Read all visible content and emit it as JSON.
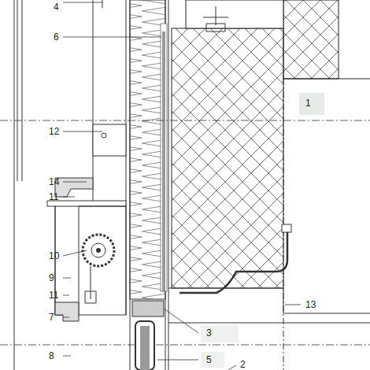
{
  "diagram": {
    "labels": [
      "4",
      "6",
      "1",
      "12",
      "14",
      "11",
      "10",
      "9",
      "11",
      "7",
      "13",
      "3",
      "5",
      "2",
      "8"
    ]
  }
}
